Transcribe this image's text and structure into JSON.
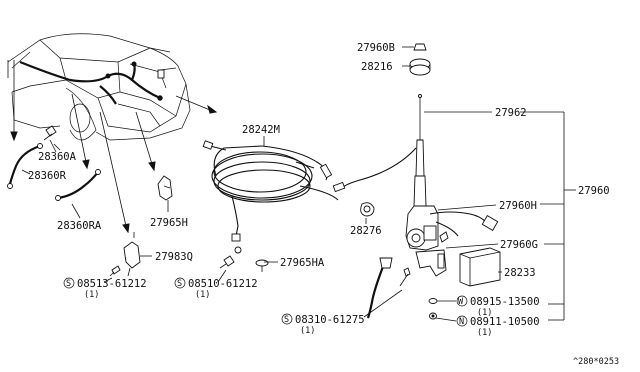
{
  "diagram": {
    "parts": {
      "p27960B": "27960B",
      "p28216": "28216",
      "p27962": "27962",
      "p28242M": "28242M",
      "p27960": "27960",
      "p28360A": "28360A",
      "p28360R": "28360R",
      "p27960H": "27960H",
      "p27965H": "27965H",
      "p28276": "28276",
      "p28360RA": "28360RA",
      "p27960G": "27960G",
      "p27983Q": "27983Q",
      "p28233": "28233",
      "p27965HA": "27965HA"
    },
    "fasteners": {
      "f1_mark": "S",
      "f1_code": "08513-61212",
      "f1_qty": "(1)",
      "f2_mark": "S",
      "f2_code": "08510-61212",
      "f2_qty": "(1)",
      "f3_mark": "S",
      "f3_code": "08310-61275",
      "f3_qty": "(1)",
      "f4_mark": "W",
      "f4_code": "08915-13500",
      "f4_qty": "(1)",
      "f5_mark": "N",
      "f5_code": "08911-10500",
      "f5_qty": "(1)"
    },
    "reference_code": "^280*0253"
  }
}
